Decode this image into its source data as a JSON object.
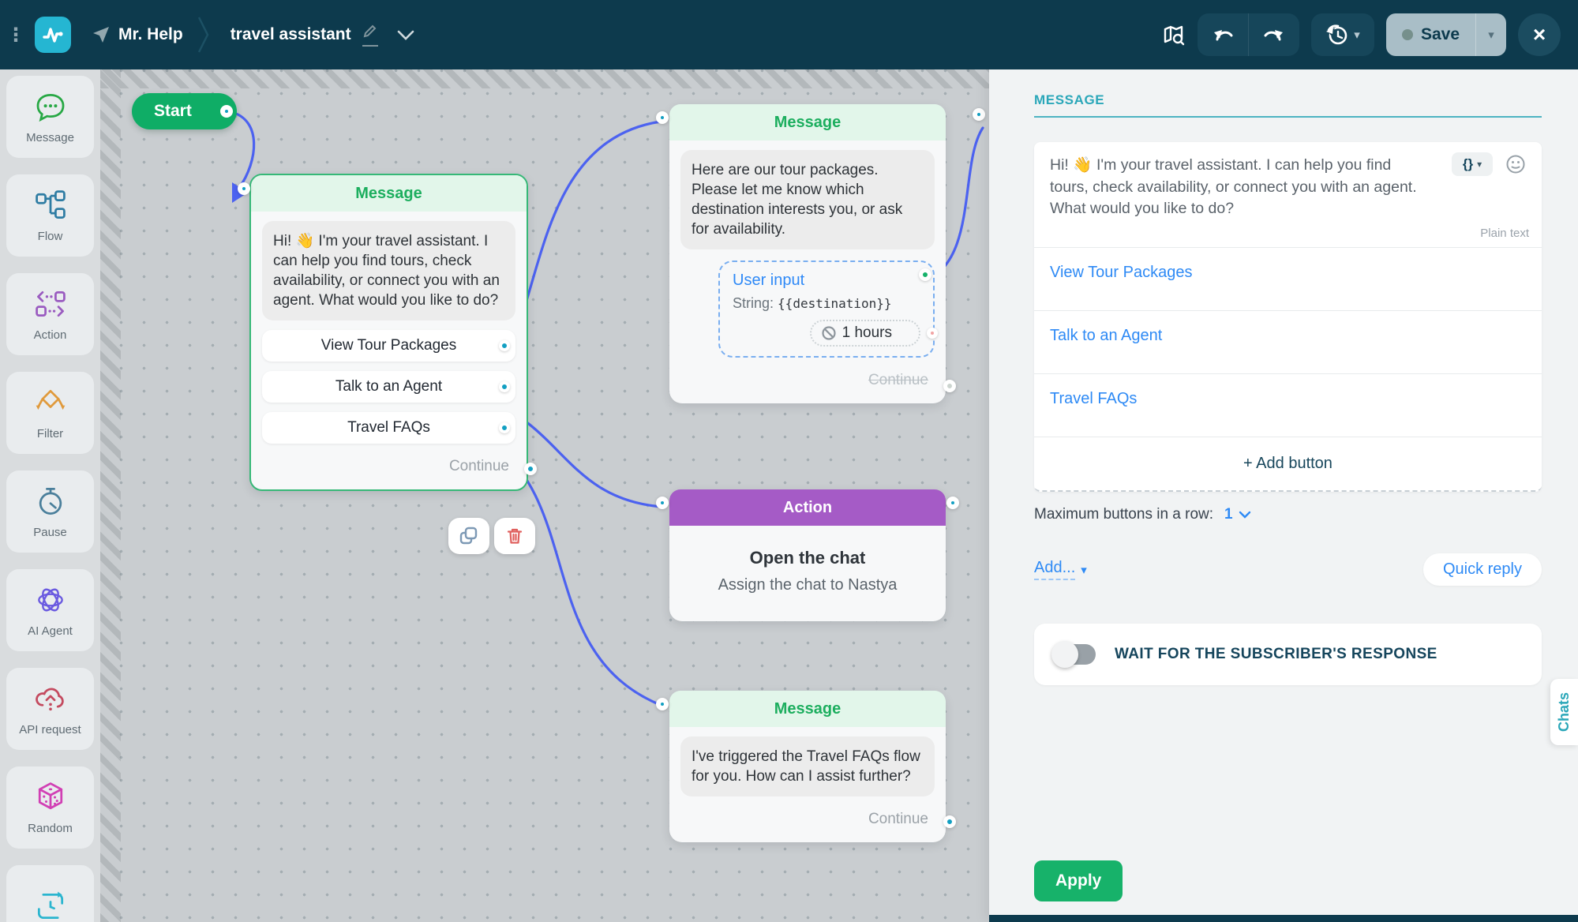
{
  "icons": {
    "overflow_menu": "⋮",
    "caret_down": "▾",
    "close": "×",
    "variable_braces": "{}"
  },
  "topbar": {
    "account_name": "Mr. Help",
    "flow_title": "travel assistant",
    "save_label": "Save"
  },
  "sidebar": {
    "items": [
      {
        "label": "Message"
      },
      {
        "label": "Flow"
      },
      {
        "label": "Action"
      },
      {
        "label": "Filter"
      },
      {
        "label": "Pause"
      },
      {
        "label": "AI Agent"
      },
      {
        "label": "API request"
      },
      {
        "label": "Random"
      }
    ]
  },
  "canvas": {
    "start_label": "Start",
    "main_message": {
      "header": "Message",
      "text": "Hi! 👋 I'm your travel assistant. I can help you find tours, check availability, or connect you with an agent. What would you like to do?",
      "buttons": [
        "View Tour Packages",
        "Talk to an Agent",
        "Travel FAQs"
      ],
      "continue_label": "Continue"
    },
    "tour_message": {
      "header": "Message",
      "text": "Here are our tour packages. Please let me know which destination interests you, or ask for availability.",
      "user_input_label": "User input",
      "string_label": "String:",
      "variable": "{{destination}}",
      "timeout_label": "1 hours",
      "continue_label": "Continue"
    },
    "action_node": {
      "header": "Action",
      "title": "Open the chat",
      "subtitle": "Assign the chat to Nastya"
    },
    "faq_message": {
      "header": "Message",
      "text": "I've triggered the Travel FAQs flow for you. How can I assist further?",
      "continue_label": "Continue"
    }
  },
  "panel": {
    "title": "MESSAGE",
    "message_text": "Hi! 👋 I'm your travel assistant. I can help you find tours, check availability, or connect you with an agent. What would you like to do?",
    "format_label": "Plain text",
    "buttons": [
      "View Tour Packages",
      "Talk to an Agent",
      "Travel FAQs"
    ],
    "add_button_label": "+ Add button",
    "max_buttons_label": "Maximum buttons in a row:",
    "max_buttons_value": "1",
    "add_menu_label": "Add...",
    "quick_reply_label": "Quick reply",
    "wait_label": "WAIT FOR THE SUBSCRIBER'S RESPONSE",
    "apply_label": "Apply",
    "chats_tab": "Chats"
  },
  "colors": {
    "topbar": "#0d3a4d",
    "brand_cyan": "#25b6d2",
    "accent_teal": "#2ba7b9",
    "node_green": "#1cae5e",
    "green": "#17b26a",
    "purple": "#a55bc6",
    "wire_blue": "#4c62f0",
    "link_blue": "#2e8af5",
    "port_teal": "#129fc2"
  }
}
